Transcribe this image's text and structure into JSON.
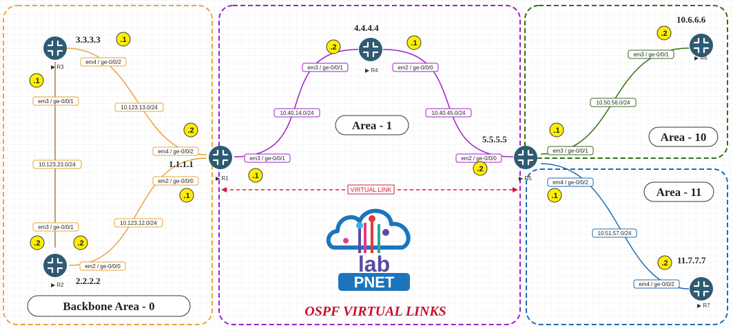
{
  "title": "OSPF VIRTUAL LINKS",
  "logo": {
    "text_top": "lab",
    "text_bottom": "PNET"
  },
  "virtual_link_label": "VIRTUAL LINK",
  "areas": {
    "backbone": "Backbone Area - 0",
    "area1": "Area - 1",
    "area10": "Area - 10",
    "area11": "Area - 11"
  },
  "routers": {
    "r1": {
      "name": "R1",
      "router_id": "1.1.1.1"
    },
    "r2": {
      "name": "R2",
      "router_id": "2.2.2.2"
    },
    "r3": {
      "name": "R3",
      "router_id": "3.3.3.3"
    },
    "r4": {
      "name": "R4",
      "router_id": "4.4.4.4"
    },
    "r5": {
      "name": "R5",
      "router_id": "5.5.5.5"
    },
    "r6": {
      "name": "R6",
      "router_id": "10.6.6.6"
    },
    "r7": {
      "name": "R7",
      "router_id": "11.7.7.7"
    }
  },
  "interfaces": {
    "r3_em4": "em4 / ge-0/0/2",
    "r3_em3": "em3 / ge-0/0/1",
    "r2_em3": "em3 / ge-0/0/1",
    "r2_em2": "em2 / ge-0/0/0",
    "r1_em4": "em4 / ge-0/0/2",
    "r1_em2": "em2 / ge-0/0/0",
    "r1_em3": "em3 / ge-0/0/1",
    "r4_em3": "em3 / ge-0/0/1",
    "r4_em2": "em2 / ge-0/0/0",
    "r5_em2": "em2 / ge-0/0/0",
    "r5_em3": "em3 / ge-0/0/1",
    "r5_em4": "em4 / ge-0/0/2",
    "r6_em3": "em3 / ge-0/0/1",
    "r7_em4": "em4 / ge-0/0/2"
  },
  "subnets": {
    "s13": "10.123.13.0/24",
    "s23": "10.123.23.0/24",
    "s12": "10.123.12.0/24",
    "s14": "10.40.14.0/24",
    "s45": "10.40.45.0/24",
    "s56": "10.50.56.0/24",
    "s57": "10.51.57.0/24"
  },
  "host_ids": {
    "h_r3_top": ".1",
    "h_r3_left": ".1",
    "h_r2_left": ".2",
    "h_r2_right": ".2",
    "h_r1_upper": ".2",
    "h_r1_lower": ".1",
    "h_r1_right": ".1",
    "h_r4_left": ".2",
    "h_r4_right": ".1",
    "h_r5_left": ".2",
    "h_r5_up": ".1",
    "h_r5_down": ".1",
    "h_r6": ".2",
    "h_r7": ".2"
  },
  "colors": {
    "area0": "#e8a33a",
    "area1": "#9b1fc9",
    "area10": "#2f6e12",
    "area11": "#1a6ab3",
    "router": "#2e5a73",
    "virtual_link": "#d01c3a",
    "host_badge": "#ffee00",
    "title": "#c8102e",
    "pnet_blue": "#1c75bc"
  }
}
